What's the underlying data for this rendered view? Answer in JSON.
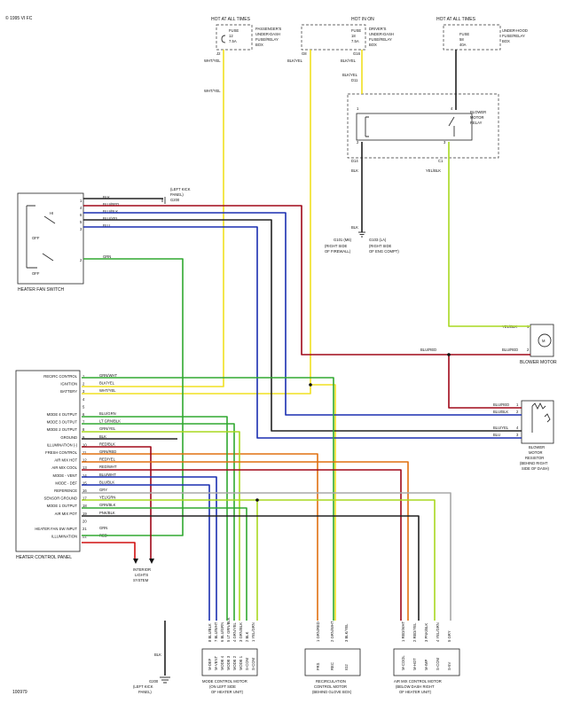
{
  "colors": {
    "yellow": "#f0e020",
    "blue": "#1a2fb0",
    "red": "#d01010",
    "redblk": "#a00818",
    "green": "#30a830",
    "yelgrn": "#a8d820",
    "orange": "#e07010",
    "gray": "#a8a8a8",
    "black": "#222222",
    "brown": "#8a5a2a"
  },
  "header": {
    "copyright": "© 1995 VI FC",
    "doc_id": "100979"
  },
  "fuse_passenger": {
    "hot": "HOT AT ALL TIMES",
    "fuse": "FUSE",
    "num": "12",
    "amp": "7.5A",
    "box": [
      "PASSENGER'S",
      "UNDER-DASH",
      "FUSE/RELAY",
      "BOX"
    ],
    "pin": "J2",
    "wire": "WHT/YEL"
  },
  "fuse_driver": {
    "hot": "HOT IN ON",
    "fuse": "FUSE",
    "num": "18",
    "amp": "7.5A",
    "box": [
      "DRIVER'S",
      "UNDER-DASH",
      "FUSE/RELAY",
      "BOX"
    ],
    "pin_left": "G8",
    "pin_right": "G16",
    "wire_left": "BLK/YEL",
    "wire_right": "BLK/YEL"
  },
  "fuse_hood": {
    "hot": "HOT AT ALL TIMES",
    "fuse": "FUSE",
    "num": "58",
    "amp": "40A",
    "box": [
      "UNDER-HOOD",
      "FUSE/RELAY",
      "BOX"
    ]
  },
  "relay": {
    "label": [
      "BLOWER",
      "MOTOR",
      "RELAY"
    ],
    "pin_top": "D11",
    "wire_top": "BLK/YEL",
    "pins": [
      "1",
      "2",
      "3",
      "4"
    ],
    "pin_d14": "D14",
    "pin_c1": "C1",
    "wire_blk": "BLK",
    "wire_c1": "YEL/BLK"
  },
  "grounds": {
    "wire": "BLK",
    "g1": "G101 (M6)",
    "g2": "G103 (LA)",
    "n1": [
      "(RIGHT SIDE",
      "OF FIREWALL)"
    ],
    "n2": [
      "(RIGHT SIDE",
      "OF ENG COMPT)"
    ]
  },
  "fan_switch": {
    "label": "HEATER FAN SWITCH",
    "pos_hi": "HI",
    "pos_off1": "OFF",
    "pos_off2": "OFF",
    "pins": [
      "1",
      "4",
      "6",
      "5",
      "3",
      "2"
    ],
    "ground": [
      "(LEFT KICK",
      "PANEL)",
      "G200"
    ]
  },
  "fan_wires": [
    "BLK",
    "BLU/RED",
    "BLU/BLK",
    "BLU/YEL",
    "BLU",
    "GRN"
  ],
  "blower": {
    "label": "BLOWER MOTOR",
    "pins": [
      "1",
      "2"
    ],
    "wires": [
      "YEL/BLK",
      "BLU/RED"
    ],
    "motor": "M"
  },
  "resistor": {
    "label": [
      "BLOWER",
      "MOTOR",
      "RESISTOR",
      "(BEHIND RIGHT",
      "SIDE OF DASH)"
    ],
    "wires": [
      "BLU/RED",
      "BLU/BLK",
      "BLU/YEL",
      "BLU"
    ],
    "pins": [
      "1",
      "2",
      "4",
      "3"
    ]
  },
  "panel": {
    "label": "HEATER CONTROL PANEL",
    "rows": [
      {
        "name": "RECIRC CONTROL",
        "pin": "1",
        "wire": "GRN/WHT"
      },
      {
        "name": "IGNITION",
        "pin": "2",
        "wire": "BLK/YEL"
      },
      {
        "name": "BATTERY",
        "pin": "3",
        "wire": "WHT/YEL"
      },
      {
        "name": "",
        "pin": "4",
        "wire": ""
      },
      {
        "name": "",
        "pin": "5",
        "wire": ""
      },
      {
        "name": "MODE 4 OUTPUT",
        "pin": "6",
        "wire": "BLU/GRN"
      },
      {
        "name": "MODE 3 OUTPUT",
        "pin": "7",
        "wire": "LT GRN/BLK"
      },
      {
        "name": "MODE 2 OUTPUT",
        "pin": "8",
        "wire": "GRN/YEL"
      },
      {
        "name": "GROUND",
        "pin": "9",
        "wire": "BLK"
      },
      {
        "name": "ILLUMINATION (-)",
        "pin": "10",
        "wire": "RED/BLK"
      },
      {
        "name": "FRESH CONTROL",
        "pin": "11",
        "wire": "GRN/RED"
      },
      {
        "name": "AIR MIX HOT",
        "pin": "12",
        "wire": "RED/YEL"
      },
      {
        "name": "AIR MIX COOL",
        "pin": "13",
        "wire": "RED/WHT"
      },
      {
        "name": "MODE - VENT",
        "pin": "14",
        "wire": "BLU/WHT"
      },
      {
        "name": "MODE - DEF",
        "pin": "15",
        "wire": "BLU/BLK"
      },
      {
        "name": "REFERENCE",
        "pin": "16",
        "wire": "GRY"
      },
      {
        "name": "SENSOR GROUND",
        "pin": "17",
        "wire": "YEL/GRN"
      },
      {
        "name": "MODE 1 OUTPUT",
        "pin": "18",
        "wire": "GRN/BLK"
      },
      {
        "name": "AIR MIX POT",
        "pin": "19",
        "wire": "PNK/BLK"
      },
      {
        "name": "",
        "pin": "20",
        "wire": ""
      },
      {
        "name": "HEATER FAN SW INPUT",
        "pin": "21",
        "wire": "GRN"
      },
      {
        "name": "ILLUMINATION",
        "pin": "22",
        "wire": "RED"
      }
    ]
  },
  "interior_lights": [
    "INTERIOR",
    "LIGHTS",
    "SYSTEM"
  ],
  "bottom_ground": {
    "wire": "BLK",
    "name": "G200",
    "note": [
      "(LEFT KICK",
      "PANEL)"
    ]
  },
  "mode_motor": {
    "label": [
      "MODE CONTROL MOTOR",
      "(ON LEFT SIDE",
      "OF HEATER UNIT)"
    ],
    "pins": [
      {
        "pin": "8",
        "wire": "BLU/BLK",
        "fn": "M-DEF"
      },
      {
        "pin": "7",
        "wire": "BLU/WHT",
        "fn": "M-VENT"
      },
      {
        "pin": "6",
        "wire": "BLU/GRN",
        "fn": "MODE 4"
      },
      {
        "pin": "5",
        "wire": "LT GRN/BLK",
        "fn": "MODE 3"
      },
      {
        "pin": "4",
        "wire": "GRN/YEL",
        "fn": "MODE 2"
      },
      {
        "pin": "3",
        "wire": "GRN/BLK",
        "fn": "MODE 1"
      },
      {
        "pin": "2",
        "wire": "BLK",
        "fn": "S-COM"
      },
      {
        "pin": "1",
        "wire": "YEL/GRN",
        "fn": "S-COM"
      }
    ]
  },
  "recirc_motor": {
    "label": [
      "RECIRCULATION",
      "CONTROL MOTOR",
      "(BEHIND GLOVE BOX)"
    ],
    "pins": [
      {
        "pin": "1",
        "wire": "GRN/RED",
        "fn": "FRS"
      },
      {
        "pin": "2",
        "wire": "GRN/WHT",
        "fn": "REC"
      },
      {
        "pin": "3",
        "wire": "BLK/YEL",
        "fn": "IG2"
      }
    ]
  },
  "airmix_motor": {
    "label": [
      "AIR MIX CONTROL MOTOR",
      "(BELOW DASH RIGHT",
      "OF HEATER UNIT)"
    ],
    "pins": [
      {
        "pin": "1",
        "wire": "RED/WHT",
        "fn": "M-COOL"
      },
      {
        "pin": "2",
        "wire": "RED/YEL",
        "fn": "M-HOT"
      },
      {
        "pin": "3",
        "wire": "PNK/BLK",
        "fn": "M-IMP"
      },
      {
        "pin": "4",
        "wire": "YEL/GRN",
        "fn": "S-COM"
      },
      {
        "pin": "5",
        "wire": "GRY",
        "fn": "S-5V"
      }
    ]
  }
}
